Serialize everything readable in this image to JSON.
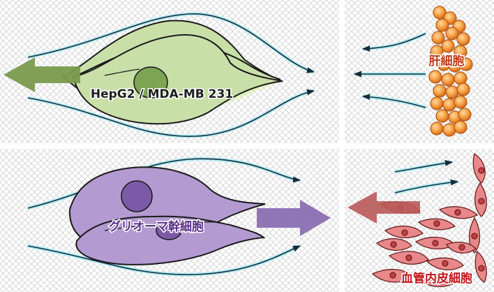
{
  "panels": [
    {
      "id": "top-left",
      "label": "HepG2 / MDA-MB 231",
      "label_color": "#1e1e1e",
      "cell_fill": "#c9dfa8",
      "nucleus_fill": "#7da453",
      "arrow_color": "#7a9a4e"
    },
    {
      "id": "top-right",
      "label": "肝細胞",
      "label_color": "#c0391b",
      "cell_fill": "#f5a04a",
      "cell_stroke": "#c2621a"
    },
    {
      "id": "bottom-left",
      "label": "グリオーマ幹細胞",
      "label_color": "#5a2e86",
      "cell_fill": "#b39ad0",
      "nucleus_fill": "#7d5aa8",
      "arrow_color": "#8a6fb2"
    },
    {
      "id": "bottom-right",
      "label": "血管内皮細胞",
      "label_color": "#c0161b",
      "cell_fill": "#e8888a",
      "nucleus_fill": "#c4403f",
      "arrow_color": "#b85a58"
    }
  ],
  "colors": {
    "background_pattern": "#d9d9d9",
    "flow_line": "#1a2a3a",
    "flow_glow": "#9fe6f0"
  }
}
